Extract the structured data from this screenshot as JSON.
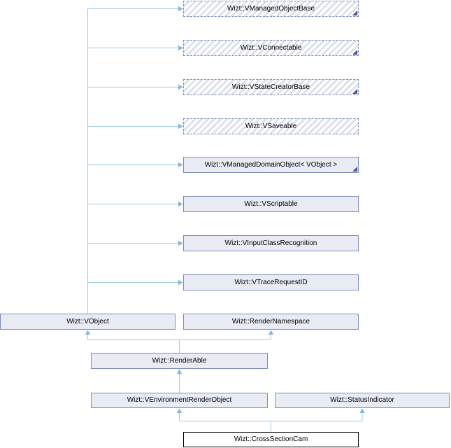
{
  "diagram": {
    "kind": "class-inheritance-graph"
  },
  "nodes": {
    "vManagedObjectBase": {
      "label": "Wizt::VManagedObjectBase"
    },
    "vConnectable": {
      "label": "Wizt::VConnectable"
    },
    "vStateCreatorBase": {
      "label": "Wizt::VStateCreatorBase"
    },
    "vSaveable": {
      "label": "Wizt::VSaveable"
    },
    "vManagedDomainObject": {
      "label": "Wizt::VManagedDomainObject< VObject >"
    },
    "vScriptable": {
      "label": "Wizt::VScriptable"
    },
    "vInputClassRecognition": {
      "label": "Wizt::VInputClassRecognition"
    },
    "vTraceRequestID": {
      "label": "Wizt::VTraceRequestID"
    },
    "vObject": {
      "label": "Wizt::VObject"
    },
    "renderNamespace": {
      "label": "Wizt::RenderNamespace"
    },
    "renderAble": {
      "label": "Wizt::RenderAble"
    },
    "vEnvironmentRenderObject": {
      "label": "Wizt::VEnvironmentRenderObject"
    },
    "statusIndicator": {
      "label": "Wizt::StatusIndicator"
    },
    "crossSectionCam": {
      "label": "Wizt::CrossSectionCam"
    }
  },
  "colors": {
    "edge": "#9ccae6",
    "arrowhead": "#86b6db",
    "node-fill": "#e9ebf4",
    "node-border": "#7b8dbd",
    "hatch": "#dde1ee",
    "corner": "#44559e",
    "current-border": "#000000"
  }
}
